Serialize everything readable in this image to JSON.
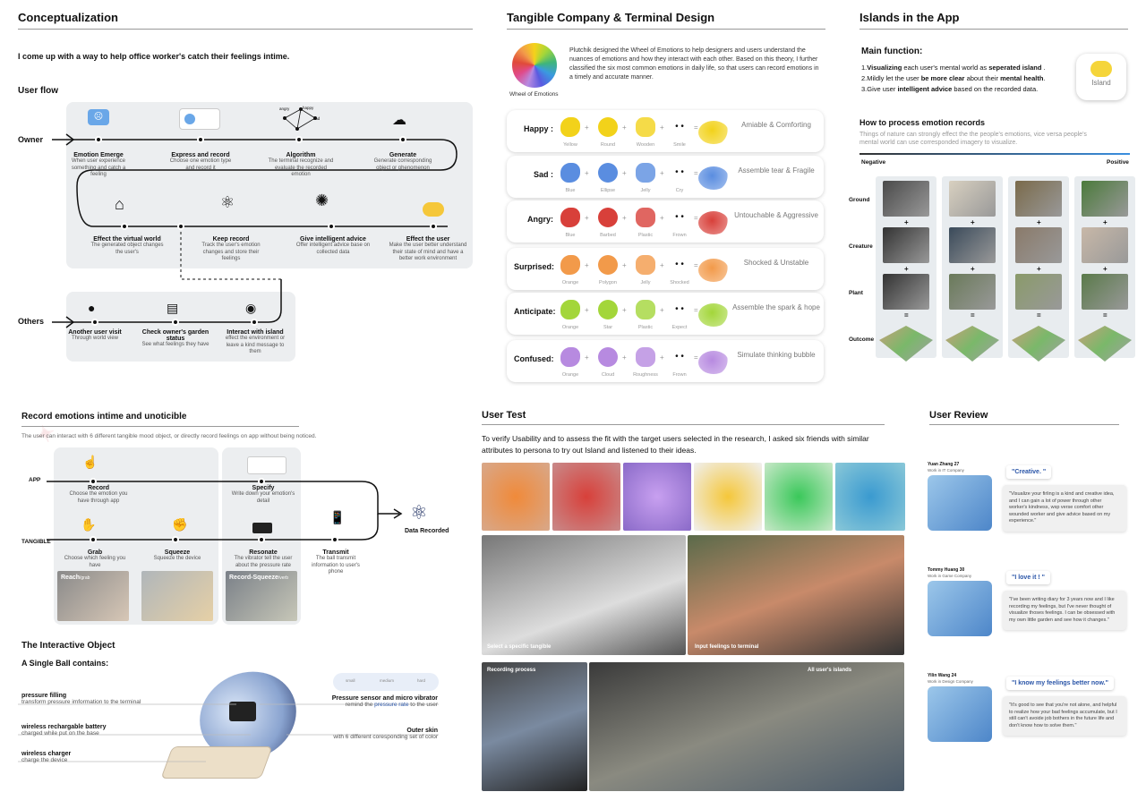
{
  "sections": {
    "conceptualization": "Conceptualization",
    "tangible": "Tangible Company & Terminal Design",
    "islands": "Islands in the App",
    "record": "Record emotions intime and unoticible",
    "user_test": "User Test",
    "user_review": "User Review",
    "interactive": "The Interactive Object"
  },
  "concept": {
    "intro": "I come up with a way to help office worker's catch their feelings intime.",
    "user_flow": "User flow",
    "owner": "Owner",
    "others": "Others",
    "steps_row1": [
      {
        "title": "Emotion Emerge",
        "desc": "When user experience something and catch a feeling"
      },
      {
        "title": "Express and record",
        "desc": "Choose one emotion type and record it"
      },
      {
        "title": "Algorithm",
        "desc": "The terminal recognize and evaluate the recorded emotion"
      },
      {
        "title": "Generate",
        "desc": "Generate corresponding object or phenomenon"
      }
    ],
    "steps_row2": [
      {
        "title": "Effect the virtual world",
        "desc": "The generated object changes the user's"
      },
      {
        "title": "Keep record",
        "desc": "Track the user's emotion changes and store their feelings"
      },
      {
        "title": "Give intelligent advice",
        "desc": "Offer intelligent advice base on collected data"
      },
      {
        "title": "Effect the user",
        "desc": "Make the user better understand their state of mind and have a better work environment"
      }
    ],
    "steps_others": [
      {
        "title": "Another user visit",
        "desc": "Through world view"
      },
      {
        "title": "Check owner's garden status",
        "desc": "See what feelings they have"
      },
      {
        "title": "Interact with island",
        "desc": "effect the environment or leave a kind message to them"
      }
    ],
    "algo_labels": [
      "angry",
      "happy",
      "sad"
    ]
  },
  "tangible": {
    "wheel_label": "Wheel of Emotions",
    "desc": "Plutchik designed the Wheel of Emotions to help designers and users understand the nuances of emotions and how they interact with each other. Based on this theory, I further classified the six most common emotions in daily life, so that users can record emotions in a timely and accurate manner.",
    "emotions": [
      {
        "name": "Happy :",
        "labels": [
          "Yellow",
          "Round",
          "Wooden",
          "Smile"
        ],
        "result": "Amiable & Comforting",
        "color": "#f2d21a"
      },
      {
        "name": "Sad :",
        "labels": [
          "Blue",
          "Ellipse",
          "Jelly",
          "Cry"
        ],
        "result": "Assemble tear & Fragile",
        "color": "#5a8de0"
      },
      {
        "name": "Angry:",
        "labels": [
          "Blue",
          "Barbed",
          "Plastic",
          "Frown"
        ],
        "result": "Untouchable & Aggressive",
        "color": "#d8403a"
      },
      {
        "name": "Surprised:",
        "labels": [
          "Orange",
          "Polygon",
          "Jelly",
          "Shocked"
        ],
        "result": "Shocked & Unstable",
        "color": "#f29a4a"
      },
      {
        "name": "Anticipate:",
        "labels": [
          "Orange",
          "Star",
          "Plastic",
          "Expect"
        ],
        "result": "Assemble the spark & hope",
        "color": "#a3d63a"
      },
      {
        "name": "Confused:",
        "labels": [
          "Orange",
          "Cloud",
          "Roughness",
          "Frown"
        ],
        "result": "Simulate thinking bubble",
        "color": "#b78ae0"
      }
    ]
  },
  "islands": {
    "main_function": "Main function:",
    "f1_pre": "1.",
    "f1_b": "Visualizing",
    "f1_m": " each user's mental world as ",
    "f1_b2": "seperated island",
    "f1_post": " .",
    "f2_pre": "2.Mildly let the user ",
    "f2_b": "be more clear",
    "f2_m": " about their ",
    "f2_b2": "mental health",
    "f2_post": ".",
    "f3_pre": "3.Give user ",
    "f3_b": "intelligent advice",
    "f3_post": " based on the recorded data.",
    "app_label": "Island",
    "how": "How to process emotion records",
    "how_desc": "Things of nature can strongly effect the the people's emotions, vice versa people's mental world can use corresponded imagery to visualize.",
    "negative": "Negative",
    "positive": "Positive",
    "rows": [
      "Ground",
      "Creature",
      "Plant",
      "Outcome"
    ],
    "plus": "+",
    "eq": "="
  },
  "record": {
    "desc": "The user can interact with 6 different tangible mood object, or directly record feelings on app without being noticed.",
    "app": "APP",
    "tangible": "TANGIBLE",
    "steps": [
      {
        "title": "Record",
        "desc": "Choose the emotion you have through app"
      },
      {
        "title": "Specify",
        "desc": "Write down your emotion's detail"
      },
      {
        "title": "Grab",
        "desc": "Choose which feeling you have"
      },
      {
        "title": "Squeeze",
        "desc": "Squeeze the device"
      },
      {
        "title": "Resonate",
        "desc": "The vibrator tell the user about the pressure rate"
      },
      {
        "title": "Transmit",
        "desc": "The ball transmit information to user's phone"
      }
    ],
    "recorded": "Data Recorded",
    "cap_reach": "Reach",
    "cap_reach_sub": "/grab",
    "cap_squeeze": "Record-Squeeze",
    "cap_squeeze_sub": "/verb"
  },
  "interactive": {
    "single": "A Single Ball contains:",
    "parts_left": [
      {
        "title": "pressure filling",
        "desc": "transform pressure imformation to the terminal"
      },
      {
        "title": "wireless rechargable battery",
        "desc": "charged while put on the base"
      },
      {
        "title": "wireless charger",
        "desc": "charge the device"
      }
    ],
    "pressure_levels": [
      "small",
      "medium",
      "hard"
    ],
    "sensor_title": "Pressure sensor and micro vibrator",
    "sensor_pre": "remind the ",
    "sensor_link": "pressure rate",
    "sensor_post": " to the user",
    "skin_title": "Outer skin",
    "skin_desc": "with 6 different coresponding set of color"
  },
  "user_test": {
    "desc": "To verify Usability and to assess the fit with the target users selected in the research, I asked six friends with similar attributes to persona to try out Island and listened to their ideas.",
    "cap1": "Select a specific tangible",
    "cap2": "Input feelings to terminal",
    "cap3": "Recording process",
    "cap4": "All user's islands"
  },
  "reviews": [
    {
      "name": "Yuan Zhang  27",
      "job": "Work in IT Company",
      "quote": "\"Creative. \"",
      "text": "\"Visualize your firling is a kind and creative idea, and I can gain a lot of power through other worker's kindness, wsp verse comfort other wounded worker and give advice based on my experience.\""
    },
    {
      "name": "Tommy Huang  30",
      "job": "Work in Game Company",
      "quote": "\"I love it ! \"",
      "text": "\"I've been writing diary for 3 years now and I like recording my feelings, but I've never thought of visualize thoses feelings. I can be obsessed with my own little garden and see how it changes.\""
    },
    {
      "name": "Yilin Wang  24",
      "job": "Work in Design Company",
      "quote": "\"I know my feelings better now.\"",
      "text": "\"It's good to see that you're not alone, and helpful to realize how your bad feelings accumulate, but I still can't avoide job bothers in the future life and don't know how to solve them.\""
    }
  ],
  "colors": {
    "accent": "#2a55a8",
    "panel": "#eceef0"
  }
}
